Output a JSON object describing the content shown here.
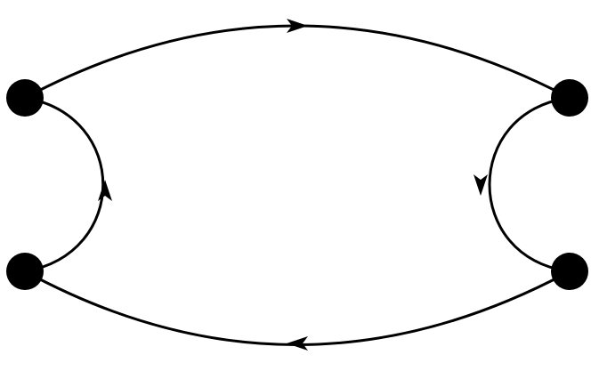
{
  "diagram": {
    "type": "directed-cycle",
    "stroke_color": "#000000",
    "node_color": "#000000",
    "background": "#ffffff",
    "nodes": [
      {
        "id": "top-left"
      },
      {
        "id": "top-right"
      },
      {
        "id": "bottom-right"
      },
      {
        "id": "bottom-left"
      }
    ],
    "edges": [
      {
        "id": "top",
        "from": "top-left",
        "to": "top-right",
        "shape": "arc"
      },
      {
        "id": "right",
        "from": "top-right",
        "to": "bottom-right",
        "shape": "arc"
      },
      {
        "id": "bottom",
        "from": "bottom-right",
        "to": "bottom-left",
        "shape": "arc"
      },
      {
        "id": "left",
        "from": "bottom-left",
        "to": "top-left",
        "shape": "arc"
      }
    ]
  }
}
